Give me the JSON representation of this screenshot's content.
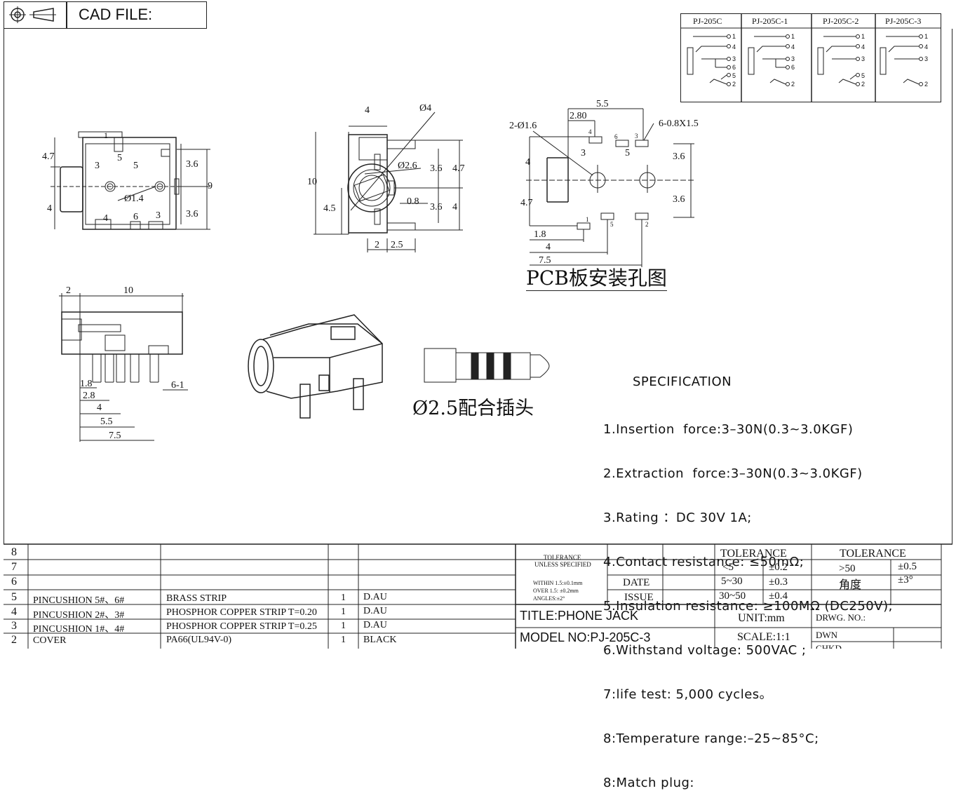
{
  "header": {
    "cad_label": "CAD FILE:",
    "projection_icon": "third-angle-projection-icon"
  },
  "schematic": {
    "models": [
      {
        "name": "PJ-205C",
        "pins": [
          "1",
          "4",
          "3",
          "6",
          "5",
          "2"
        ]
      },
      {
        "name": "PJ-205C-1",
        "pins": [
          "1",
          "4",
          "3",
          "6",
          "2"
        ]
      },
      {
        "name": "PJ-205C-2",
        "pins": [
          "1",
          "4",
          "3",
          "5",
          "2"
        ]
      },
      {
        "name": "PJ-205C-3",
        "pins": [
          "1",
          "4",
          "3",
          "2"
        ]
      }
    ]
  },
  "front_view": {
    "labels": {
      "h47": "4.7",
      "h4": "4",
      "p1": "1",
      "p5": "5",
      "p3": "3",
      "p5b": "5",
      "d14": "Ø1.4",
      "p4": "4",
      "p6": "6",
      "p3b": "3",
      "d36a": "3.6",
      "d36b": "3.6",
      "d9": "9"
    }
  },
  "side_view": {
    "labels": {
      "w4": "4",
      "phi4": "Ø4",
      "h10": "10",
      "h45": "4.5",
      "d26": "Ø2.6",
      "d36a": "3.6",
      "d47": "4.7",
      "d08": "0.8",
      "d36b": "3.6",
      "d4": "4",
      "w2": "2",
      "w25": "2.5"
    }
  },
  "pcb_view": {
    "labels": {
      "d55": "5.5",
      "d280": "2.80",
      "holes": "2-Ø1.6",
      "slots": "6-0.8X1.5",
      "p4": "4",
      "p6": "6",
      "p3": "3",
      "p3b": "3",
      "p5": "5",
      "d36a": "3.6",
      "d4": "4",
      "d47": "4.7",
      "d36b": "3.6",
      "p1": "1",
      "p5b": "5",
      "p2": "2",
      "d18": "1.8",
      "d4b": "4",
      "d75": "7.5"
    },
    "caption": "PCB板安装孔图"
  },
  "bottom_view": {
    "labels": {
      "w2": "2",
      "w10": "10",
      "d18": "1.8",
      "d28": "2.8",
      "d4": "4",
      "d55": "5.5",
      "d75": "7.5",
      "d61": "6-1"
    }
  },
  "plug": {
    "caption": "Ø2.5配合插头"
  },
  "specification": {
    "title": "SPECIFICATION",
    "items": [
      "1.Insertion  force:3–30N(0.3~3.0KGF)",
      "2.Extraction  force:3–30N(0.3~3.0KGF)",
      "3.Rating ：DC 30V 1A;",
      "4.Contact resistance: ≤50mΩ;",
      "5.Insulation resistance: ≥100MΩ (DC250V);",
      "6.Withstand voltage: 500VAC ;",
      "7:life test: 5,000 cycles。",
      "8:Temperature range:–25~85°C;",
      "8:Match plug:"
    ]
  },
  "bom": {
    "row_numbers": [
      "8",
      "7",
      "6",
      "5",
      "4",
      "3",
      "2"
    ],
    "rows": [
      {
        "no": "5",
        "name": "PINCUSHION 5#、6#",
        "material": "BRASS STRIP",
        "qty": "1",
        "finish": "D.AU"
      },
      {
        "no": "4",
        "name": "PINCUSHION 2#、3#",
        "material": "PHOSPHOR COPPER STRIP T=0.20",
        "qty": "1",
        "finish": "D.AU"
      },
      {
        "no": "3",
        "name": "PINCUSHION 1#、4#",
        "material": "PHOSPHOR COPPER STRIP T=0.25",
        "qty": "1",
        "finish": "D.AU"
      },
      {
        "no": "2",
        "name": "COVER",
        "material": "PA66(UL94V-0)",
        "qty": "1",
        "finish": "BLACK"
      }
    ]
  },
  "title_block": {
    "tol_title_1": "TOLERANCE",
    "tol_title_2": "UNLESS SPECIFIED",
    "within": "WITHIN 1.5:±0.1mm",
    "over": "OVER 1.5: ±0.2mm",
    "angles": "ANGLES:±2°",
    "date_label": "DATE",
    "issue_label": "ISSUE",
    "tolerance_a": "TOLERANCE",
    "tolerance_b": "TOLERANCE",
    "tol_rows": [
      {
        "range": "<5",
        "val": "±0.2"
      },
      {
        "range": "5~30",
        "val": "±0.3"
      },
      {
        "range": "30~50",
        "val": "±0.4"
      }
    ],
    "tol_gt50": ">50",
    "tol_gt50_val": "±0.5",
    "angle_label": "角度",
    "angle_val": "±3°",
    "title": "TITLE:PHONE JACK",
    "unit": "UNIT:mm",
    "drwg_no": "DRWG. NO.:",
    "model_no": "MODEL NO:PJ-205C-3",
    "scale": "SCALE:1:1",
    "dwn": "DWN",
    "chkd": "CHKD"
  }
}
